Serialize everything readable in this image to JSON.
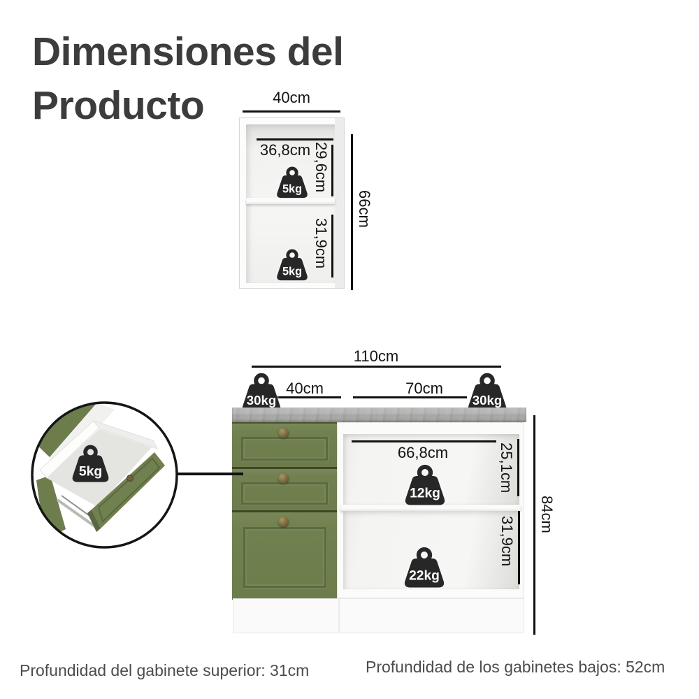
{
  "title": "Dimensiones del Producto",
  "upper_cabinet": {
    "width": "40cm",
    "height": "66cm",
    "shelf_top": {
      "inner_width": "36,8cm",
      "inner_height": "29,6cm",
      "max_load": "5kg"
    },
    "shelf_bottom": {
      "inner_height": "31,9cm",
      "max_load": "5kg"
    }
  },
  "base_cabinet": {
    "total_width": "110cm",
    "drawer_section_width": "40cm",
    "open_section_width": "70cm",
    "height": "84cm",
    "countertop_load_left": "30kg",
    "countertop_load_right": "30kg",
    "shelf_top": {
      "inner_width": "66,8cm",
      "inner_height": "25,1cm",
      "max_load": "12kg"
    },
    "shelf_bottom": {
      "inner_height": "31,9cm",
      "max_load": "22kg"
    }
  },
  "drawer_detail": {
    "max_load": "5kg"
  },
  "notes": {
    "upper_depth": "Profundidad del gabinete superior: 31cm",
    "base_depth": "Profundidad de los gabinetes bajos: 52cm"
  },
  "colors": {
    "green": "#6e7d4c",
    "countertop": "#adadab",
    "weight_icon": "#272727",
    "line": "#111111",
    "title": "#3c3c3c"
  }
}
